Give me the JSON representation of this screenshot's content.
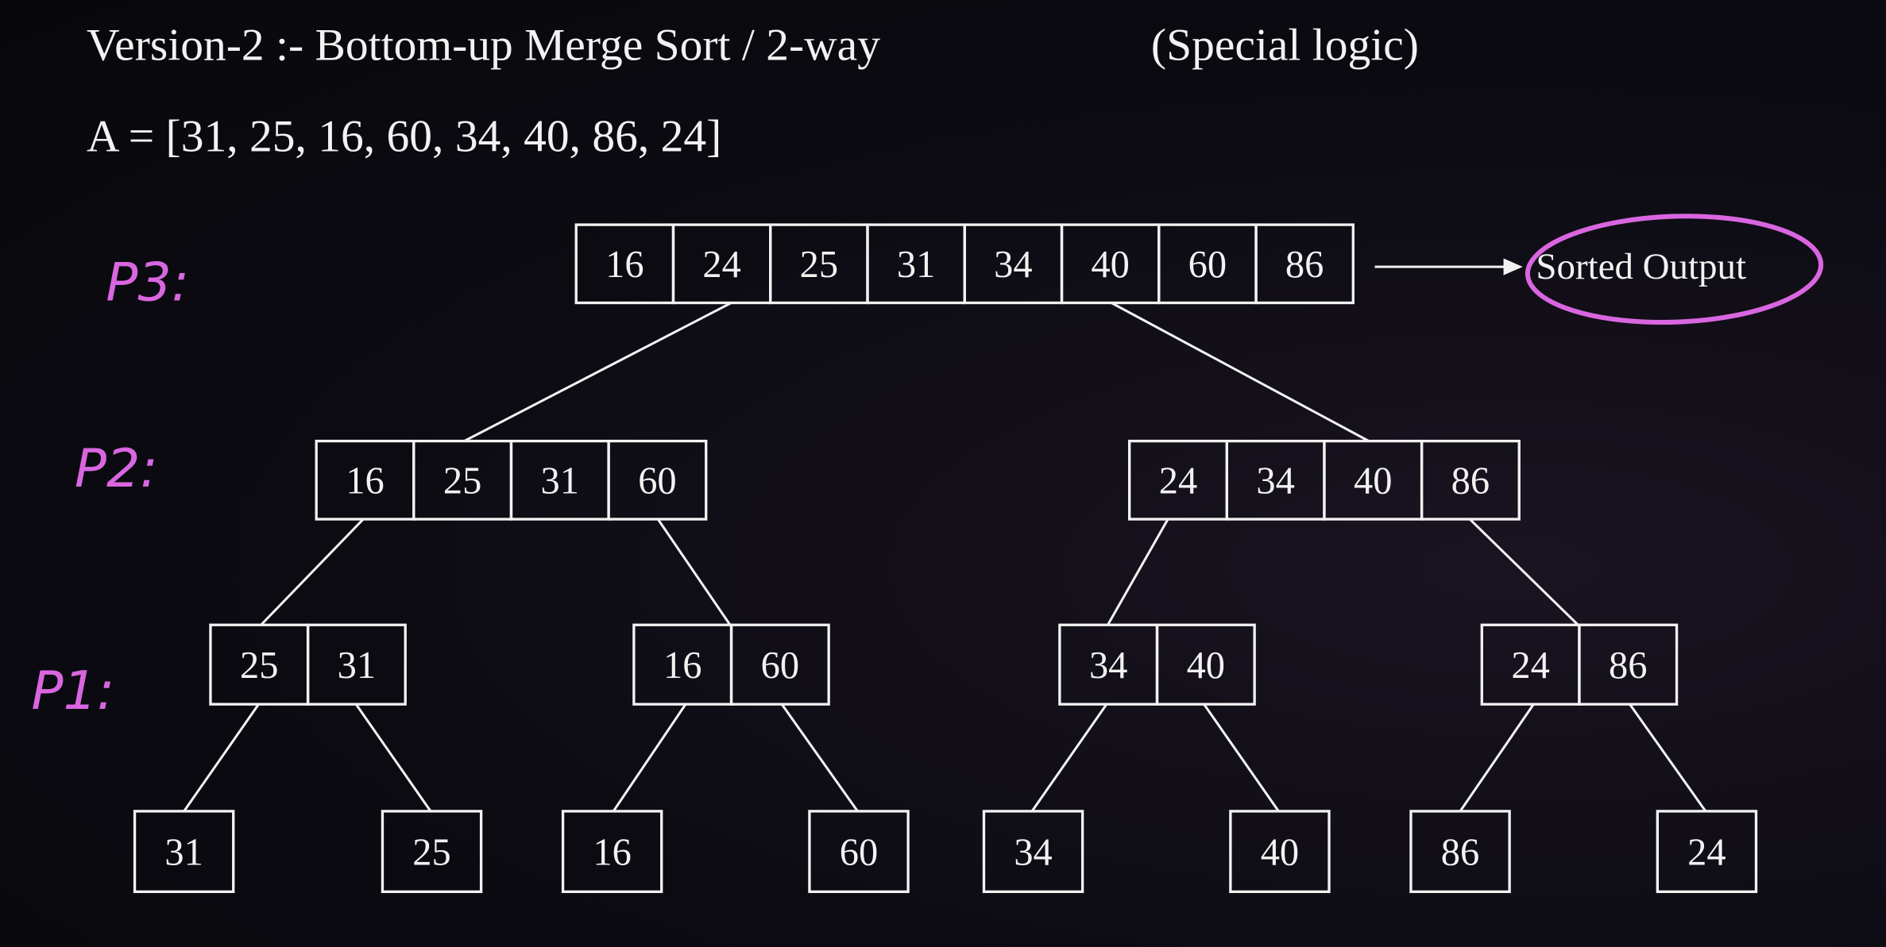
{
  "title": "Version-2 :- Bottom-up Merge Sort / 2-way",
  "subtitle": "(Special logic)",
  "array_text": "A = [31, 25, 16, 60, 34, 40, 86, 24]",
  "output_label": "Sorted Output",
  "pass_labels": [
    "P3:",
    "P2:",
    "P1:"
  ],
  "levels": {
    "pass3": [
      [
        16,
        24,
        25,
        31,
        34,
        40,
        60,
        86
      ]
    ],
    "pass2": [
      [
        16,
        25,
        31,
        60
      ],
      [
        24,
        34,
        40,
        86
      ]
    ],
    "pass1": [
      [
        25,
        31
      ],
      [
        16,
        60
      ],
      [
        34,
        40
      ],
      [
        24,
        86
      ]
    ],
    "input": [
      [
        31
      ],
      [
        25
      ],
      [
        16
      ],
      [
        60
      ],
      [
        34
      ],
      [
        40
      ],
      [
        86
      ],
      [
        24
      ]
    ]
  },
  "colors": {
    "annotation": "#d966e0",
    "stroke": "#f2f2f2"
  }
}
